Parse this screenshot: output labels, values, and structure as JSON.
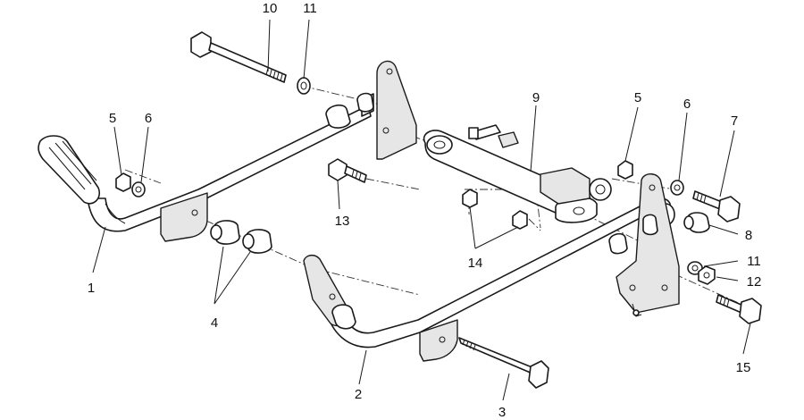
{
  "callouts": [
    {
      "id": "c1",
      "text": "1"
    },
    {
      "id": "c2",
      "text": "2"
    },
    {
      "id": "c3",
      "text": "3"
    },
    {
      "id": "c4",
      "text": "4"
    },
    {
      "id": "c5a",
      "text": "5"
    },
    {
      "id": "c5b",
      "text": "5"
    },
    {
      "id": "c6a",
      "text": "6"
    },
    {
      "id": "c6b",
      "text": "6"
    },
    {
      "id": "c7",
      "text": "7"
    },
    {
      "id": "c8",
      "text": "8"
    },
    {
      "id": "c9",
      "text": "9"
    },
    {
      "id": "c10",
      "text": "10"
    },
    {
      "id": "c11a",
      "text": "11"
    },
    {
      "id": "c11b",
      "text": "11"
    },
    {
      "id": "c12",
      "text": "12"
    },
    {
      "id": "c13",
      "text": "13"
    },
    {
      "id": "c14",
      "text": "14"
    },
    {
      "id": "c15",
      "text": "15"
    }
  ]
}
